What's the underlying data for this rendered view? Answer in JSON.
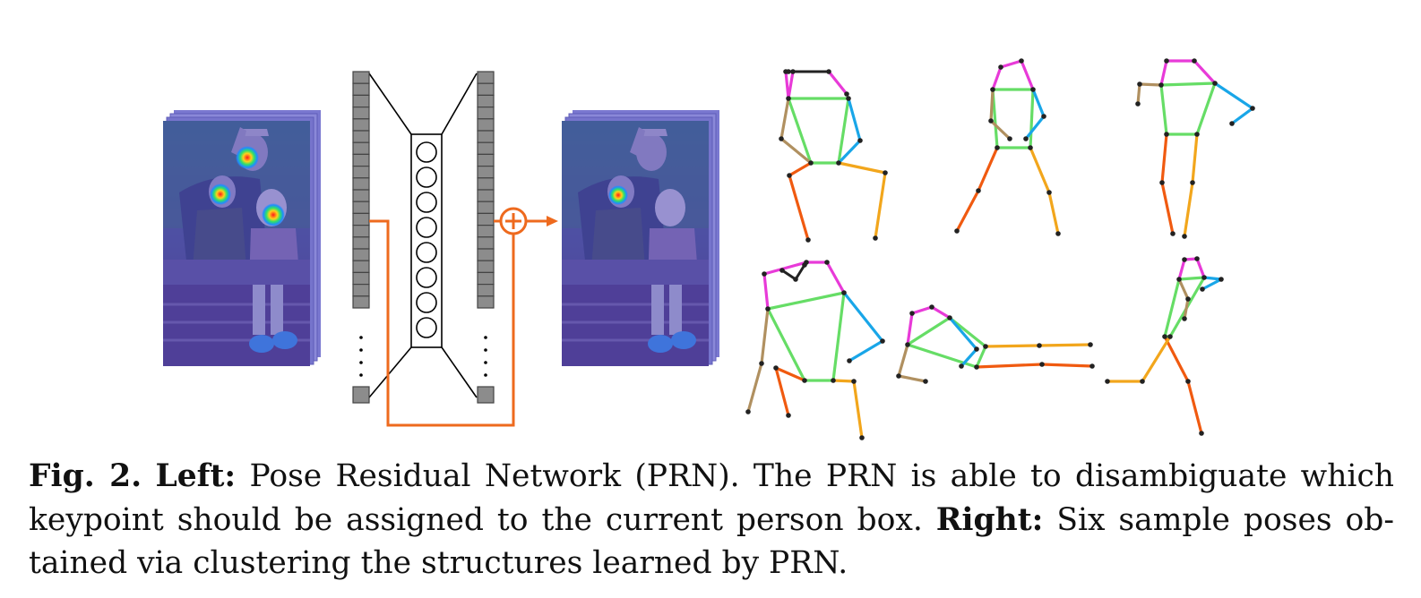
{
  "figure": {
    "caption": {
      "fig_label": "Fig. 2.",
      "left_label": "Left:",
      "left_text_line1": "Pose Residual Network (PRN). The PRN is able to disambiguate which",
      "left_text_line2": "keypoint should be assigned to the current person box.",
      "right_label": "Right:",
      "right_text_line2": "Six sample poses ob-",
      "right_text_line3": "tained via clustering the structures learned by PRN."
    },
    "colors": {
      "residual": "#ee6a1e",
      "layer_block": "#8c8c8c",
      "overlay": "#5a58c8",
      "limb_head": "#e83ad8",
      "limb_torso": "#66dd66",
      "limb_right_arm": "#19a6e8",
      "limb_left_arm": "#b09060",
      "limb_right_leg": "#f2a61c",
      "limb_left_leg": "#f05a10",
      "joint": "#222222"
    },
    "icons": [
      "plus-circle-icon",
      "arrow-right-icon",
      "neuron-icon"
    ]
  }
}
